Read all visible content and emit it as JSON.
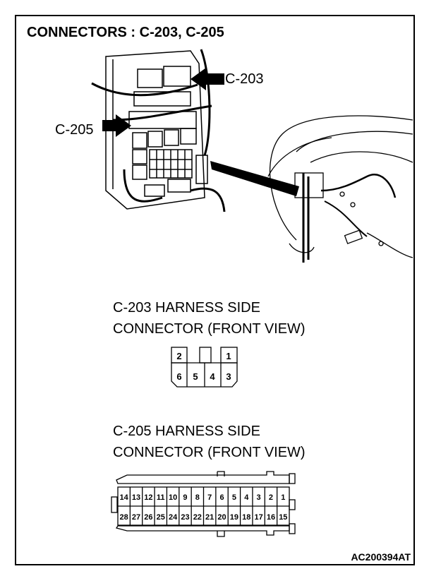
{
  "title": "CONNECTORS : C-203, C-205",
  "labels": {
    "c203": "C-203",
    "c205": "C-205"
  },
  "c203": {
    "heading1": "C-203 HARNESS SIDE",
    "heading2": "CONNECTOR (FRONT VIEW)",
    "top_pins": [
      "2",
      "1"
    ],
    "bottom_pins": [
      "6",
      "5",
      "4",
      "3"
    ]
  },
  "c205": {
    "heading1": "C-205 HARNESS SIDE",
    "heading2": "CONNECTOR (FRONT VIEW)",
    "top_pins": [
      "14",
      "13",
      "12",
      "11",
      "10",
      "9",
      "8",
      "7",
      "6",
      "5",
      "4",
      "3",
      "2",
      "1"
    ],
    "bottom_pins": [
      "28",
      "27",
      "26",
      "25",
      "24",
      "23",
      "22",
      "21",
      "20",
      "19",
      "18",
      "17",
      "16",
      "15"
    ]
  },
  "figure_code": "AC200394AT"
}
